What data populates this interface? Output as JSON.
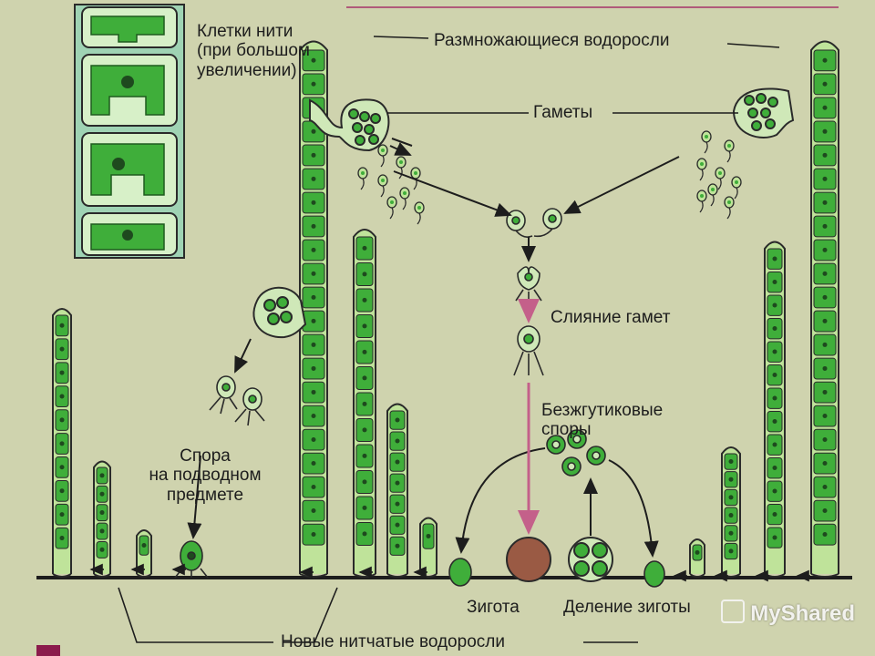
{
  "labels": {
    "filament_cells": "Клетки нити\n(при большом\nувеличении)",
    "reproducing_algae": "Размножающиеся водоросли",
    "gametes": "Гаметы",
    "gamete_fusion": "Слияние гамет",
    "flagellaless_spores": "Безжгутиковые\nспоры",
    "spore_on_object": "Спора\nна подводном\nпредмете",
    "zygote": "Зигота",
    "zygote_division": "Деление зиготы",
    "new_filamentous_algae": "Новые нитчатые водоросли"
  },
  "watermark": "MyShared",
  "colors": {
    "background": "#cfd3ae",
    "cell_green": "#3fae3a",
    "cell_light": "#bfe39a",
    "outline": "#2a2a2a",
    "zygote_brown": "#9a5a44",
    "fusion_arrow": "#c4608a"
  }
}
